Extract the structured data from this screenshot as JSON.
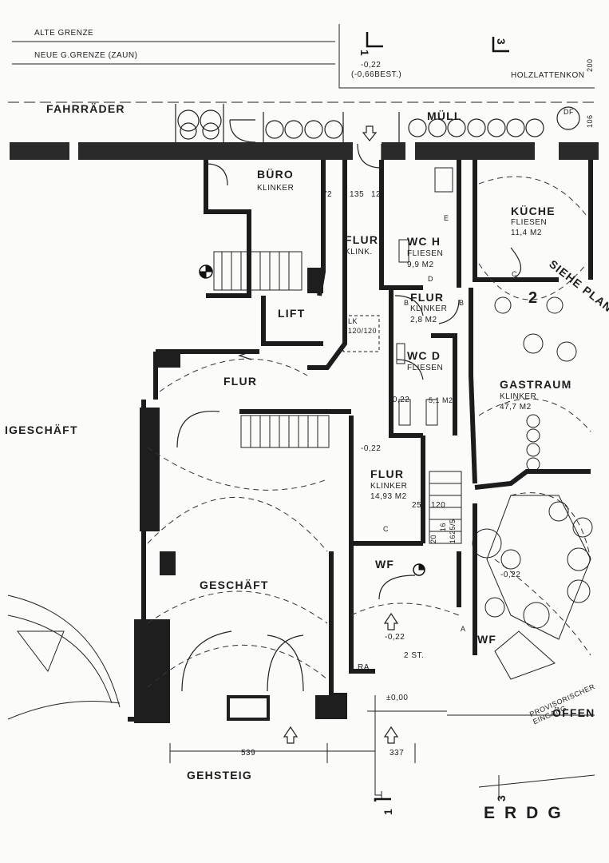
{
  "legend": {
    "old_border": "ALTE GRENZE",
    "new_border": "NEUE G.GRENZE (ZAUN)"
  },
  "top": {
    "level_a": "-0,22",
    "level_b": "(-0,66BEST.)",
    "fence": "HOLZLATTENKON",
    "dim_right_1": "200",
    "dim_right_2": "106"
  },
  "outside": {
    "bikes": "FAHRRÄDER",
    "trash": "MÜLL",
    "df": "DF",
    "neighbor": "IGESCHÄFT",
    "sidewalk": "GEHSTEIG",
    "provisional": "PROVISORISCHER EINGANG",
    "open": "ÖFFEN"
  },
  "rooms": {
    "office": {
      "name": "BÜRO",
      "floor": "KLINKER"
    },
    "corridor1": {
      "name": "FLUR",
      "floor": "KLINK."
    },
    "wc_h": {
      "name": "WC H",
      "floor": "FLIESEN",
      "area": "9,9 M2"
    },
    "kitchen": {
      "name": "KÜCHE",
      "floor": "FLIESEN",
      "area": "11,4 M2"
    },
    "corridor2": {
      "name": "FLUR",
      "floor": "KLINKER",
      "area": "2,8 M2"
    },
    "lift": {
      "name": "LIFT"
    },
    "wc_d": {
      "name": "WC D",
      "floor": "FLIESEN",
      "area": "5,1 M2"
    },
    "dining": {
      "name": "GASTRAUM",
      "floor": "KLINKER",
      "area": "47,7 M2"
    },
    "corridor3": {
      "name": "FLUR"
    },
    "corridor4": {
      "name": "FLUR",
      "floor": "KLINKER",
      "area": "14,93 M2"
    },
    "shop": {
      "name": "GESCHÄFT"
    },
    "wf1": {
      "name": "WF"
    },
    "wf2": {
      "name": "WF"
    }
  },
  "labels": {
    "see_plan": "SIEHE PLAN",
    "lk": "LK",
    "lk_dim": "120/120",
    "stairs": "2 ST.",
    "ra": "RA",
    "level_zero": "±0,00",
    "level_minus": "-0,22",
    "floor_title": "ERDG"
  },
  "dimensions": {
    "d72": "72",
    "d135": "135",
    "d12": "12",
    "d25": "25",
    "d120": "120",
    "d20": "20",
    "d16": "16",
    "d1625": "1625/5",
    "d539": "539",
    "d337": "337"
  },
  "markers": {
    "section_1": "1",
    "section_3": "3",
    "door_e": "E",
    "door_d": "D",
    "door_b": "B",
    "door_c": "C",
    "door_a": "A",
    "num2": "2"
  }
}
